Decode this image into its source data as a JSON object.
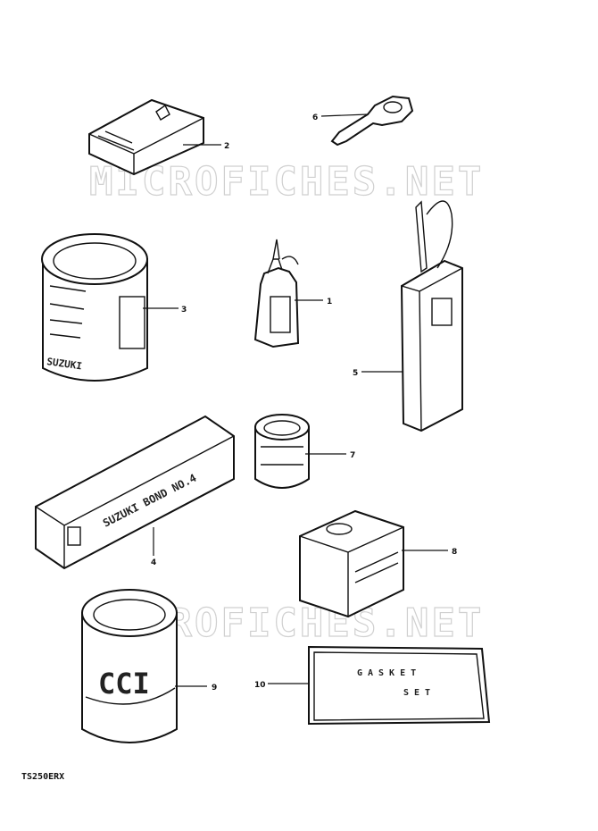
{
  "diagram": {
    "code": "TS250ERX",
    "watermark": "MICROFICHES.NET",
    "gasket_text_1": "GASKET",
    "gasket_text_2": "SET",
    "bond_text": "SUZUKI BOND NO.4",
    "can_text": "SUZUKI",
    "oil_brand": "CCI",
    "callouts": [
      "1",
      "2",
      "3",
      "4",
      "5",
      "6",
      "7",
      "8",
      "9",
      "10"
    ]
  }
}
